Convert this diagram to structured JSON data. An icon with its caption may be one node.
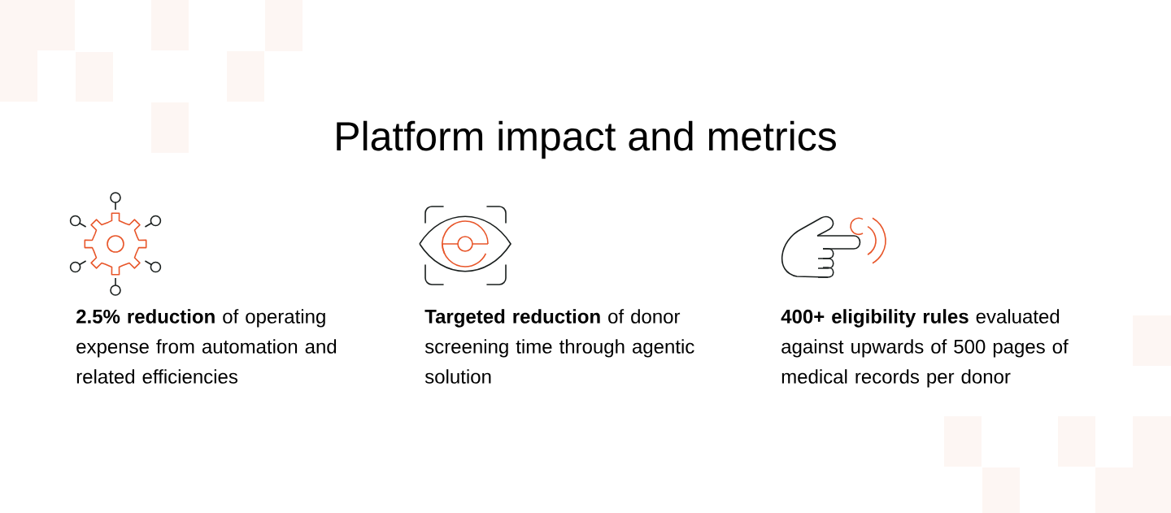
{
  "diagram": {
    "title": "Platform impact and metrics",
    "labels": [
      "**2.5% reduction** of operating expense from automation and related efficiencies",
      "**Targeted reduction** of donor screening time through agentic solution",
      "**400+ eligibility rules** evaluated against upwards of 500 pages of medical records per donor"
    ]
  }
}
